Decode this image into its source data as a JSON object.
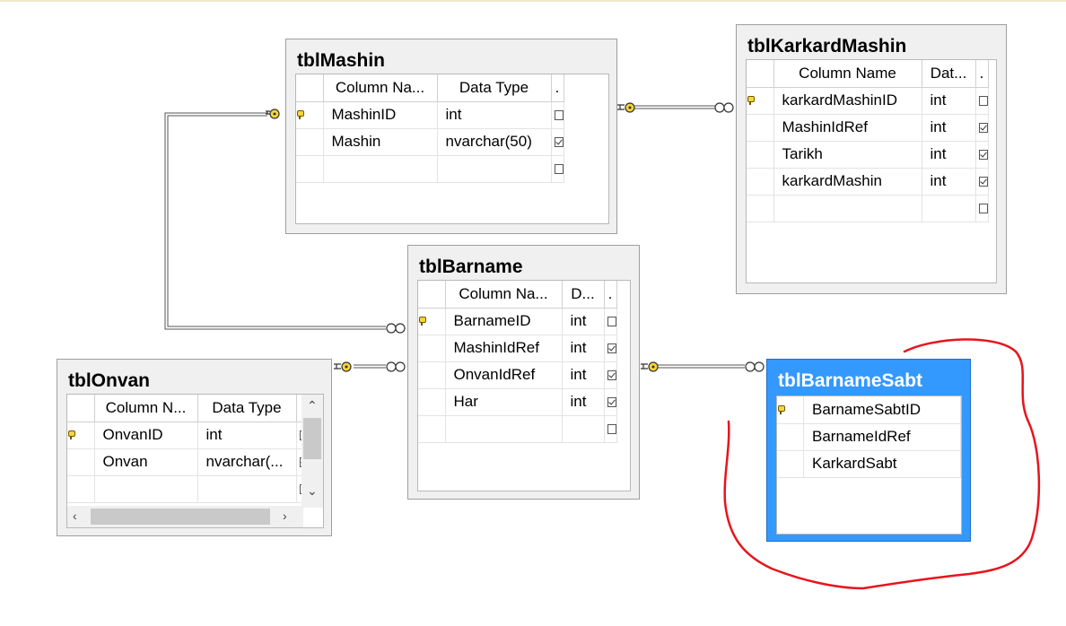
{
  "headers": {
    "column_name_short": "Column Na...",
    "column_name_full": "Column Name",
    "column_n": "Column N...",
    "data_type": "Data Type",
    "dat_short": "Dat...",
    "d_short": "D...",
    "allow_nulls_short": "."
  },
  "tables": {
    "tblMashin": {
      "title": "tblMashin",
      "rows": [
        {
          "name": "MashinID",
          "type": "int",
          "pk": true,
          "nulls": false
        },
        {
          "name": "Mashin",
          "type": "nvarchar(50)",
          "pk": false,
          "nulls": true
        }
      ]
    },
    "tblKarkardMashin": {
      "title": "tblKarkardMashin",
      "rows": [
        {
          "name": "karkardMashinID",
          "type": "int",
          "pk": true,
          "nulls": false
        },
        {
          "name": "MashinIdRef",
          "type": "int",
          "pk": false,
          "nulls": true
        },
        {
          "name": "Tarikh",
          "type": "int",
          "pk": false,
          "nulls": true
        },
        {
          "name": "karkardMashin",
          "type": "int",
          "pk": false,
          "nulls": true
        }
      ]
    },
    "tblBarname": {
      "title": "tblBarname",
      "rows": [
        {
          "name": "BarnameID",
          "type": "int",
          "pk": true,
          "nulls": false
        },
        {
          "name": "MashinIdRef",
          "type": "int",
          "pk": false,
          "nulls": true
        },
        {
          "name": "OnvanIdRef",
          "type": "int",
          "pk": false,
          "nulls": true
        },
        {
          "name": "Har",
          "type": "int",
          "pk": false,
          "nulls": true
        }
      ]
    },
    "tblOnvan": {
      "title": "tblOnvan",
      "rows": [
        {
          "name": "OnvanID",
          "type": "int",
          "pk": true,
          "nulls": false
        },
        {
          "name": "Onvan",
          "type": "nvarchar(...",
          "pk": false,
          "nulls": true
        }
      ]
    },
    "tblBarnameSabt": {
      "title": "tblBarnameSabt",
      "rows": [
        {
          "name": "BarnameSabtID",
          "pk": true
        },
        {
          "name": "BarnameIdRef",
          "pk": false
        },
        {
          "name": "KarkardSabt",
          "pk": false
        }
      ]
    }
  },
  "colors": {
    "selected_table": "#3399ff",
    "annotation": "#e8141c",
    "key": "#f7d53a"
  },
  "icons": [
    "key-icon",
    "checkbox-icon",
    "relationship-key-end-icon",
    "relationship-infinity-end-icon",
    "scroll-up-icon",
    "scroll-down-icon",
    "scroll-left-icon",
    "scroll-right-icon"
  ]
}
